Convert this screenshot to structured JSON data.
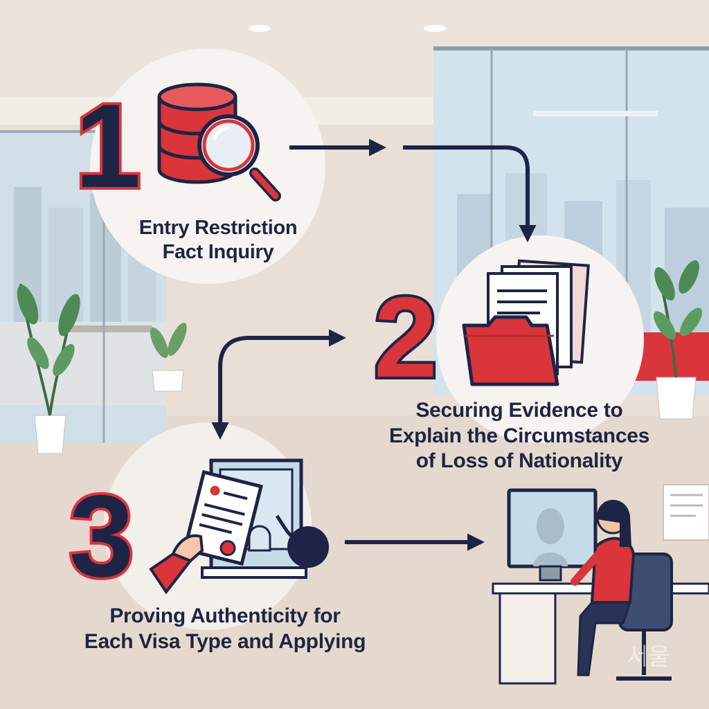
{
  "colors": {
    "navy": "#1e2446",
    "red": "#d9353a",
    "wall": "#e9dfd6",
    "glass": "#cfe0ea",
    "bubble": "#f6f3f0"
  },
  "steps": [
    {
      "number": "1",
      "icon": "database-search-icon",
      "label_lines": [
        "Entry Restriction",
        "Fact Inquiry"
      ]
    },
    {
      "number": "2",
      "icon": "folder-documents-icon",
      "label_lines": [
        "Securing Evidence to",
        "Explain the Circumstances",
        "of Loss of Nationality"
      ]
    },
    {
      "number": "3",
      "icon": "hand-document-window-icon",
      "label_lines": [
        "Proving Authenticity for",
        "Each Visa Type and Applying"
      ]
    }
  ],
  "final_scene": {
    "icon": "woman-at-computer-icon"
  },
  "watermark": {
    "text": "서울"
  }
}
